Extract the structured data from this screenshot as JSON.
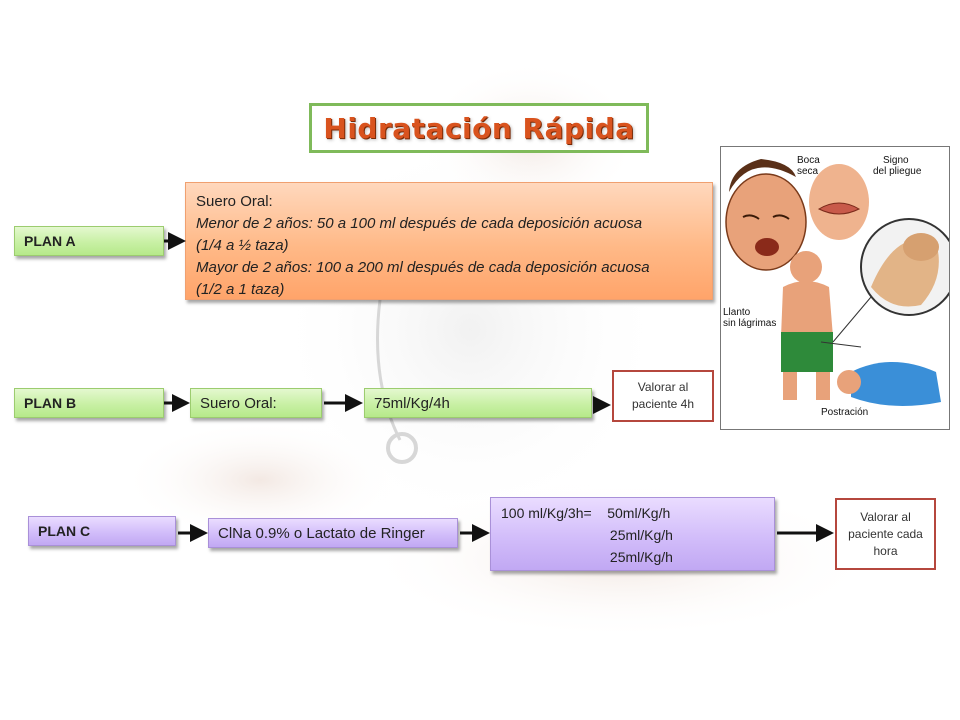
{
  "title": "Hidratación Rápida",
  "plan_a": {
    "label": "PLAN A",
    "lines": [
      "Suero Oral:",
      "Menor de 2 años: 50 a 100 ml después de cada deposición acuosa",
      "(1/4 a ½ taza)",
      "Mayor de 2 años: 100 a 200 ml después de cada deposición acuosa",
      "(1/2 a 1 taza)"
    ]
  },
  "plan_b": {
    "label": "PLAN B",
    "step1": "Suero Oral:",
    "step2": "75ml/Kg/4h",
    "note": "Valorar al paciente 4h"
  },
  "plan_c": {
    "label": "PLAN C",
    "step1": "ClNa 0.9% o Lactato de Ringer",
    "step2_lines": [
      "100 ml/Kg/3h=    50ml/Kg/h",
      "                            25ml/Kg/h",
      "                            25ml/Kg/h"
    ],
    "note": "Valorar al paciente cada hora"
  },
  "illustration": {
    "labels": [
      "Boca seca",
      "Signo del pliegue",
      "Llanto sin lágrimas",
      "Postración"
    ]
  },
  "colors": {
    "title": "#d9531e",
    "title_border": "#7fba5a",
    "note_border": "#b5473d"
  }
}
